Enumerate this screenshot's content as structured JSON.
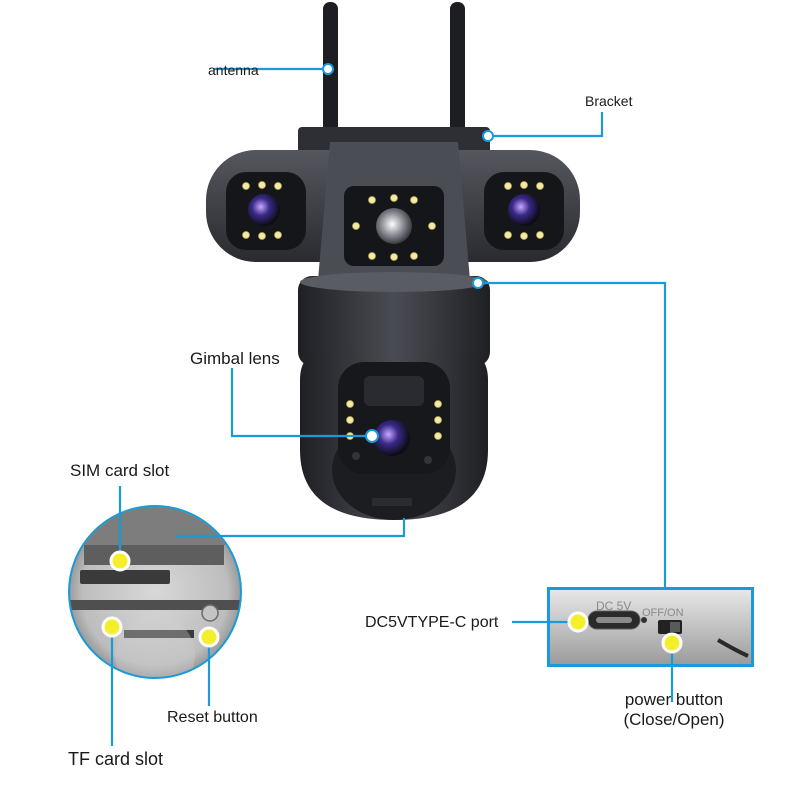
{
  "labels": {
    "antenna": "antenna",
    "bracket": "Bracket",
    "gimbal_lens": "Gimbal lens",
    "sim_card_slot": "SIM card slot",
    "dc_port": "DC5VTYPE-C port",
    "power_button_line1": "power button",
    "power_button_line2": "(Close/Open)",
    "reset_button": "Reset button",
    "tf_card_slot": "TF card slot"
  },
  "panel_print": {
    "dc_5v": "DC 5V",
    "off_on": "OFF/ON"
  },
  "colors": {
    "callout_line": "#1a9ad6",
    "callout_dot": "#f4ef2a",
    "camera_body": "#3a3c42"
  }
}
